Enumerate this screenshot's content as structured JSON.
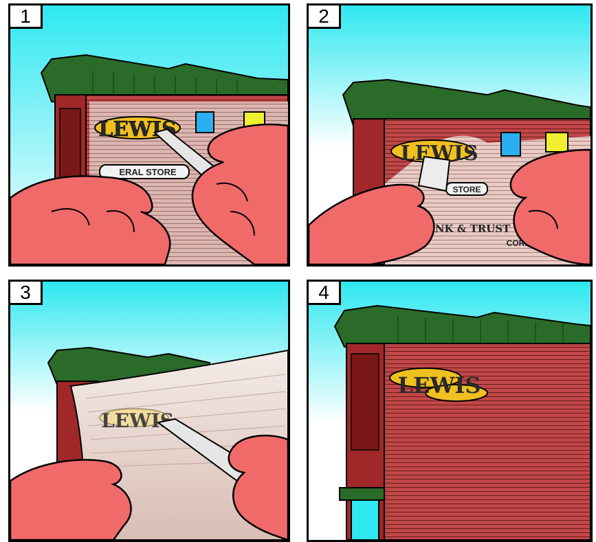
{
  "panels": [
    {
      "number": "1",
      "sign_text": "LEWIS",
      "label_text": "ERAL STORE",
      "gap_text": "",
      "bank_text": "",
      "code_text": ""
    },
    {
      "number": "2",
      "sign_text": "LEWIS",
      "label_text": "STORE",
      "gap_text": "",
      "bank_text": "BANK & TRUST Co",
      "code_text": "CORE"
    },
    {
      "number": "3",
      "sign_text": "LEWIS",
      "label_text": "",
      "gap_text": "",
      "bank_text": "",
      "code_text": ""
    },
    {
      "number": "4",
      "sign_text": "LEWIS",
      "label_text": "",
      "gap_text": "",
      "bank_text": "",
      "code_text": ""
    }
  ],
  "colors": {
    "sky_top": "#2ee8f0",
    "sky_bottom": "#ffffff",
    "wall": "#b83a3a",
    "wall_light": "#d97070",
    "cornice": "#2a6b2a",
    "hand": "#f06a6a",
    "sign_gold": "#f0c020",
    "knife": "#e6e6e6"
  }
}
